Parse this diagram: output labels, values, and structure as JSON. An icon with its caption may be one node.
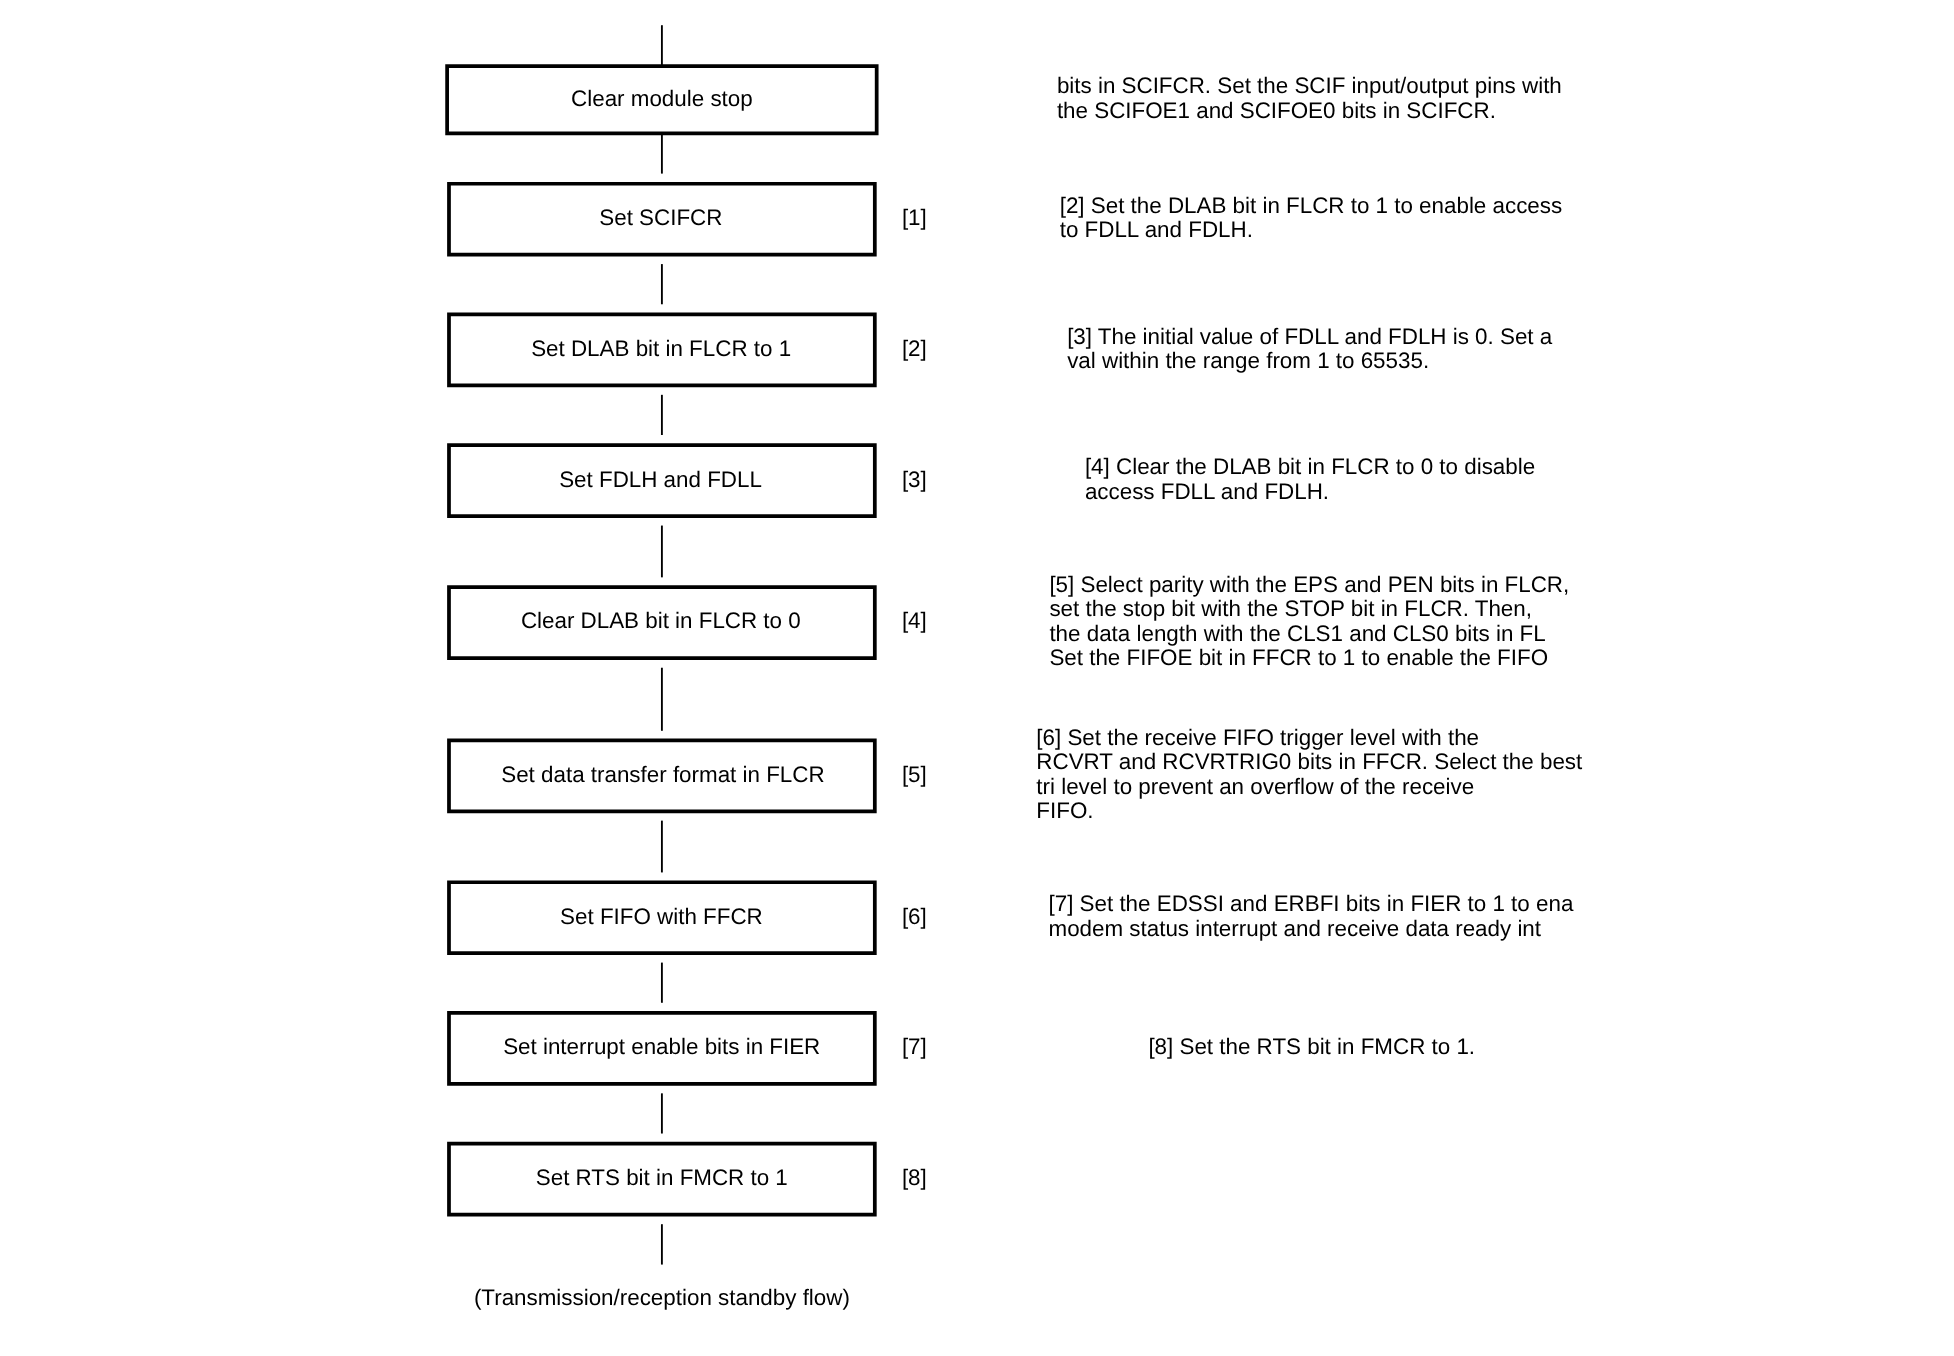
{
  "diagram": {
    "nodes": [
      {
        "text": [
          "Clear module stop"
        ]
      },
      {
        "text": [
          "Set SCIFCR"
        ],
        "beside": [
          "[1]"
        ]
      },
      {
        "text": [
          "Set DLAB bit in FLCR to 1"
        ],
        "beside": [
          "[2]"
        ]
      },
      {
        "text": [
          "Set FDLH and FDLL"
        ],
        "beside": [
          "[3]"
        ]
      },
      {
        "text": [
          "Clear DLAB bit in FLCR to 0"
        ],
        "beside": [
          "[4]"
        ]
      },
      {
        "text": [
          "Set data transfer format in FLCR"
        ],
        "beside": [
          "[5]"
        ]
      },
      {
        "text": [
          "Set FIFO with FFCR"
        ],
        "beside": [
          "[6]"
        ]
      },
      {
        "text": [
          "Set interrupt enable bits in FIER"
        ],
        "beside": [
          "[7]"
        ]
      },
      {
        "text": [
          "Set RTS bit in FMCR to 1"
        ],
        "beside": [
          "[8]"
        ]
      },
      {
        "text": [
          "(Transmission/reception standby flow)"
        ]
      }
    ],
    "edges": [
      {
        "from": null,
        "to": 0,
        "arrow": "none"
      },
      {
        "from": 0,
        "to": 1,
        "arrow": "none"
      },
      {
        "from": 1,
        "to": 2,
        "arrow": "none"
      },
      {
        "from": 2,
        "to": 3,
        "arrow": "none"
      },
      {
        "from": 3,
        "to": 4,
        "arrow": "none"
      },
      {
        "from": 4,
        "to": 5,
        "arrow": "none"
      },
      {
        "from": 5,
        "to": 6,
        "arrow": "none"
      },
      {
        "from": 6,
        "to": 7,
        "arrow": "none"
      },
      {
        "from": 7,
        "to": 8,
        "arrow": "none"
      },
      {
        "from": 8,
        "to": 9,
        "arrow": "none"
      }
    ],
    "labels": [
      "bits in SCIFCR. Set the SCIF input/output pins with the SCIFOE1 and SCIFOE0 bits in SCIFCR.",
      "[2] Set the DLAB bit in FLCR to 1 to enable access to FDLL and FDLH.",
      "[3] The initial value of FDLL and FDLH is 0. Set a val within the range from 1 to 65535.",
      "[4] Clear the DLAB bit in FLCR to 0 to disable access FDLL and FDLH.",
      "[5] Select parity with the EPS and PEN bits in FLCR, set the stop bit with the STOP bit in FLCR. Then, the data length with the CLS1 and CLS0 bits in FL Set the FIFOE bit in FFCR to 1 to enable the FIFO",
      "[6] Set the receive FIFO trigger level with the RCVRT and RCVRTRIG0 bits in FFCR. Select the best tri level to prevent an overflow of the receive FIFO.",
      "[7] Set the EDSSI and ERBFI bits in FIER to 1 to ena modem status interrupt and receive data ready int",
      "[8] Set the RTS bit in FMCR to 1."
    ]
  }
}
